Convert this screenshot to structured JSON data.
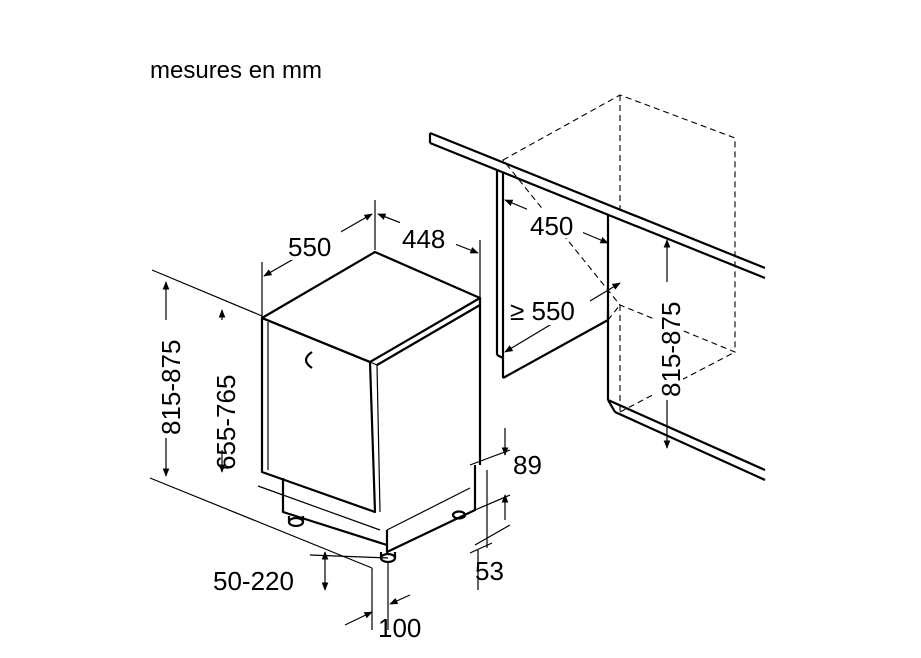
{
  "units_note": "mesures en mm",
  "dimensions": {
    "depth_total": "550",
    "width": "448",
    "niche_depth": "450",
    "niche_min_depth": "≥ 550",
    "niche_height": "815-875",
    "appliance_height": "815-875",
    "door_height": "655-765",
    "plinth_gap": "89",
    "plinth_height": "53",
    "foot_adjust": "50-220",
    "foot_offset": "100"
  }
}
